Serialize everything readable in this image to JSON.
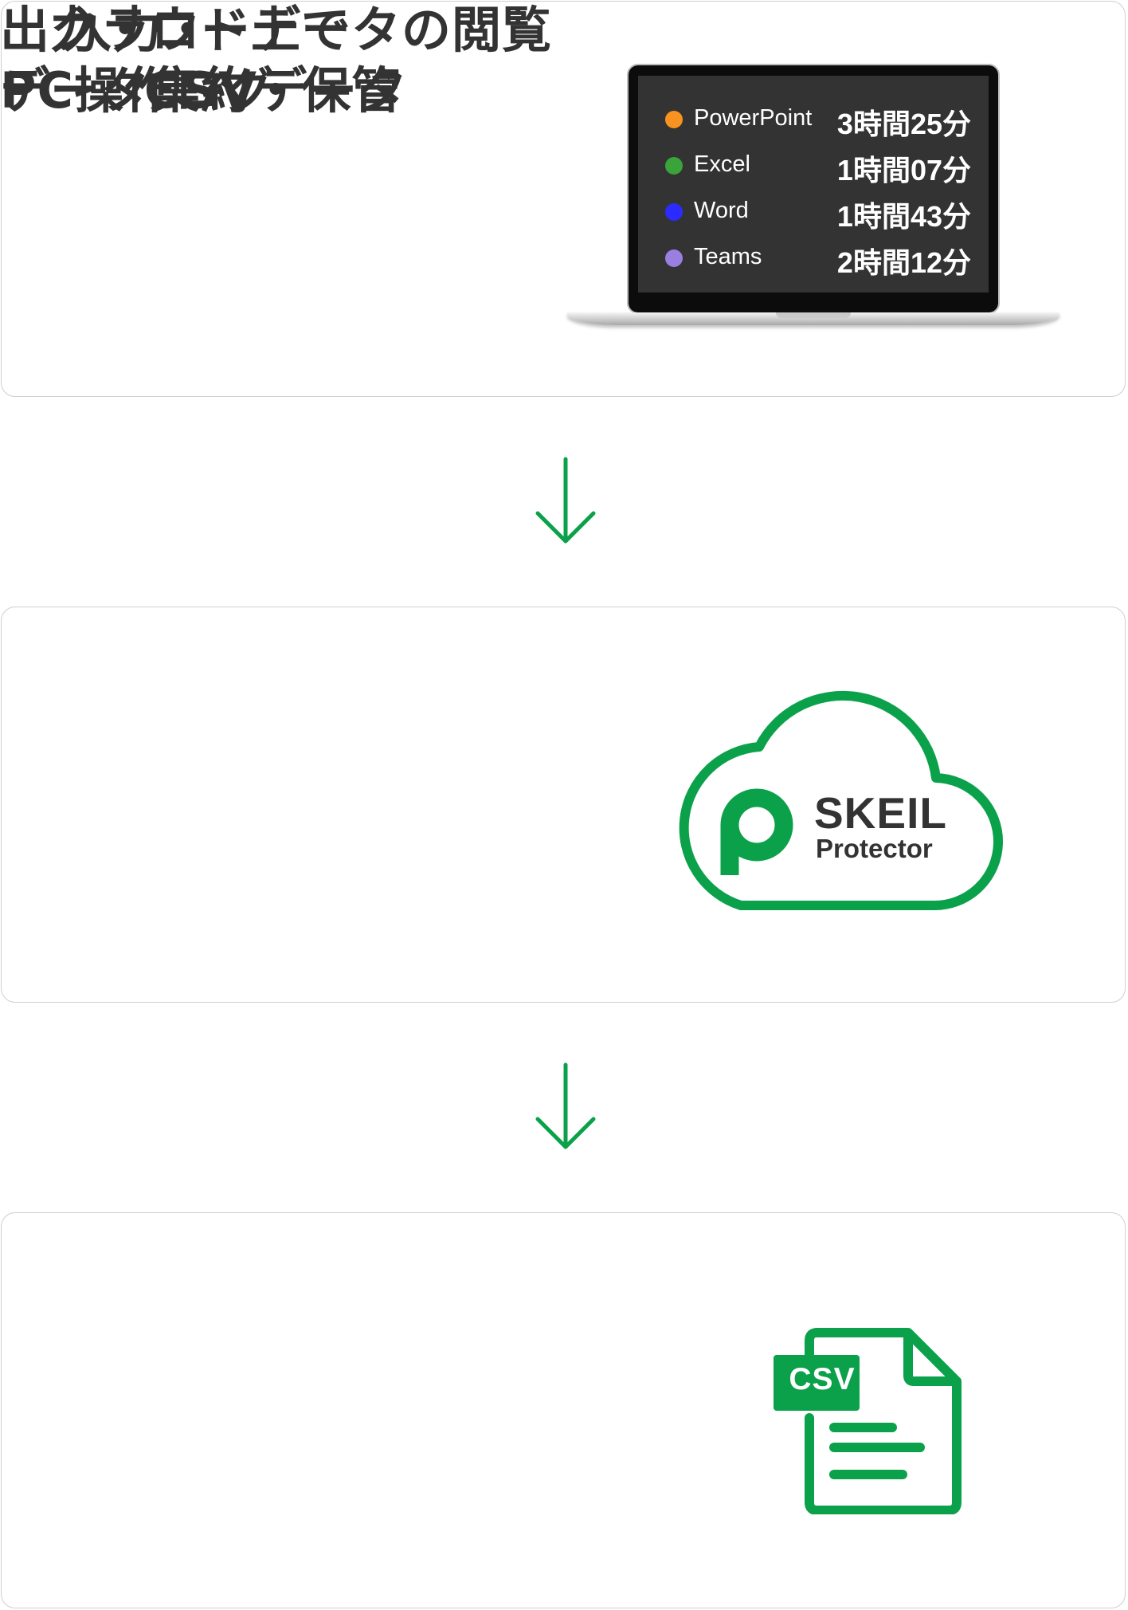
{
  "steps": [
    {
      "title_lines": [
        "入力・",
        "PC操作ログ"
      ],
      "usage": [
        {
          "app": "PowerPoint",
          "time": "3時間25分",
          "dot_color": "#f7931e"
        },
        {
          "app": "Excel",
          "time": "1時間07分",
          "dot_color": "#3aa33a"
        },
        {
          "app": "Word",
          "time": "1時間43分",
          "dot_color": "#2b2bff"
        },
        {
          "app": "Teams",
          "time": "2時間12分",
          "dot_color": "#9a7fe0"
        }
      ]
    },
    {
      "title_lines": [
        "クラウド上で",
        "データ集約・保管"
      ],
      "logo": {
        "name": "SKEIL",
        "sub": "Protector"
      }
    },
    {
      "title_lines": [
        "出力・ローデータの閲覧",
        "CSVデータ"
      ],
      "file_icon_label": "CSV"
    }
  ],
  "colors": {
    "accent_green": "#0ba14a",
    "text": "#333333",
    "card_border": "#cfcfcf"
  },
  "icons": [
    "arrow-down-icon",
    "cloud-icon",
    "skeil-logo-icon",
    "csv-file-icon",
    "laptop-icon"
  ]
}
